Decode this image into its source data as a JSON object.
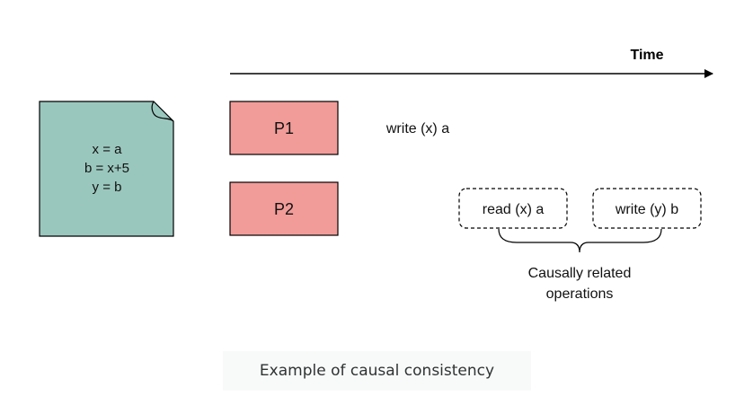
{
  "timeline": {
    "label": "Time"
  },
  "code_note": {
    "lines": [
      "x = a",
      "b = x+5",
      "y = b"
    ],
    "fill": "#9ac7bd"
  },
  "processes": [
    {
      "label": "P1",
      "fill": "#f19c99"
    },
    {
      "label": "P2",
      "fill": "#f19c99"
    }
  ],
  "operations": {
    "p1_write": "write (x) a",
    "p2_read": "read (x) a",
    "p2_write": "write (y) b"
  },
  "brace_label": [
    "Causally related",
    "operations"
  ],
  "caption": "Example of causal consistency"
}
